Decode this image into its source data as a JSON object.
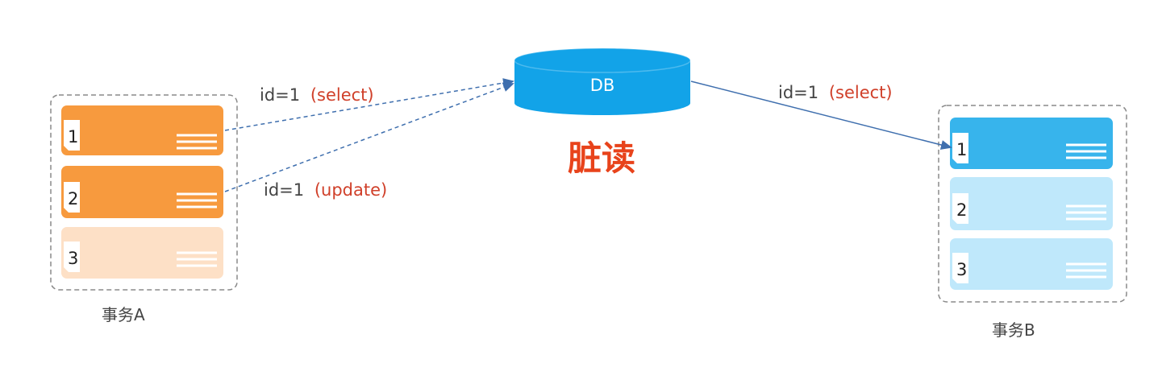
{
  "diagram": {
    "database": {
      "label": "DB",
      "color": "#12a3e8"
    },
    "center_label": "脏读",
    "center_label_color": "#e8431b",
    "label_key_color": "#444444",
    "label_op_color": "#d0402a",
    "transactions": [
      {
        "id": "a",
        "title": "事务A",
        "rows": [
          {
            "num": "1",
            "color": "#f79a3e",
            "active": true
          },
          {
            "num": "2",
            "color": "#f79a3e",
            "active": true
          },
          {
            "num": "3",
            "color": "#fde0c6",
            "active": false
          }
        ]
      },
      {
        "id": "b",
        "title": "事务B",
        "rows": [
          {
            "num": "1",
            "color": "#37b4ec",
            "active": true
          },
          {
            "num": "2",
            "color": "#bfe8fb",
            "active": false
          },
          {
            "num": "3",
            "color": "#bfe8fb",
            "active": false
          }
        ]
      }
    ],
    "edges": [
      {
        "from": "a.row1",
        "to": "database",
        "key": "id=1",
        "op": "(select)",
        "style": "dashed"
      },
      {
        "from": "a.row2",
        "to": "database",
        "key": "id=1",
        "op": "(update)",
        "style": "dashed"
      },
      {
        "from": "database",
        "to": "b.row1",
        "key": "id=1",
        "op": "(select)",
        "style": "solid"
      }
    ]
  }
}
